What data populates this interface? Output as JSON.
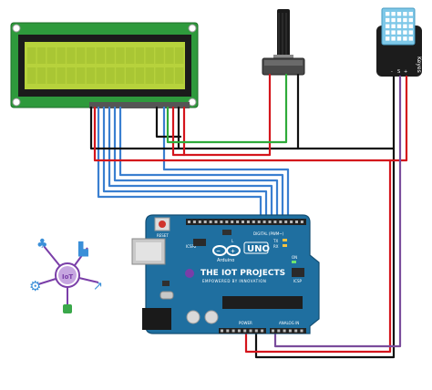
{
  "board": {
    "brand_logo": "Arduino",
    "model": "UNO",
    "reset_label": "RESET",
    "icsp2_label": "ICSP2",
    "digital_label": "DIGITAL (PWM~)",
    "tx_label": "TX",
    "rx_label": "RX",
    "l_label": "L",
    "on_label": "ON",
    "power_label": "POWER",
    "analog_label": "ANALOG IN",
    "icsp_label": "ICSP"
  },
  "watermark": {
    "title": "THE IOT PROJECTS",
    "tagline": "EMPOWERED BY INNOVATION",
    "badge": "IoT"
  },
  "sensor": {
    "brand": "Keyes",
    "pin_labels": [
      "-",
      "S",
      "+"
    ]
  },
  "colors": {
    "lcd_screen": "#b7d23c",
    "lcd_board": "#2e9a3c",
    "arduino_board": "#1f6fa0",
    "wire_red": "#d4151c",
    "wire_black": "#111111",
    "wire_blue": "#3a7fd0",
    "wire_green": "#2eab3a",
    "wire_purple": "#7a4c9c",
    "logo_accent": "#7a3ea8"
  }
}
